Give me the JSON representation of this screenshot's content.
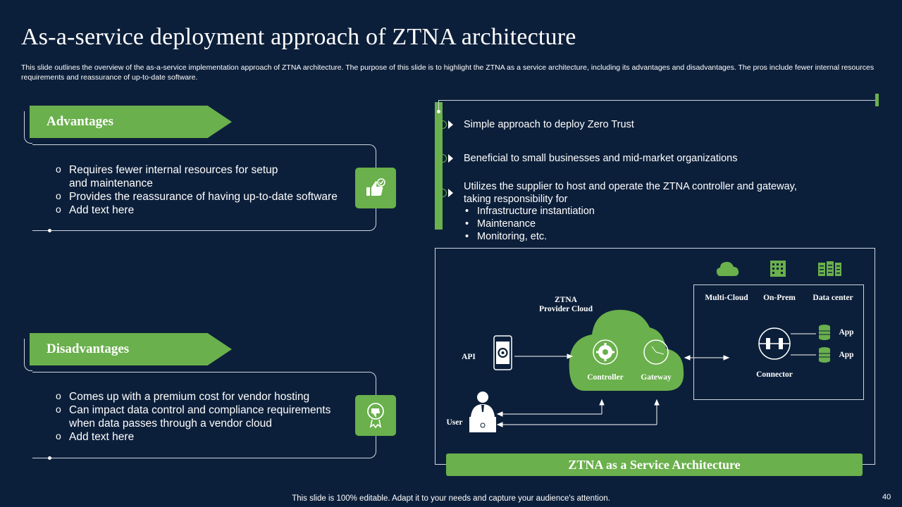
{
  "header": {
    "title": "As-a-service deployment approach of ZTNA architecture",
    "subtitle": "This slide outlines the overview of the as-a-service implementation approach of ZTNA architecture. The purpose of this slide is to highlight the ZTNA as a service architecture, including its advantages and disadvantages. The pros include fewer internal resources requirements and reassurance of up-to-date software."
  },
  "advantages": {
    "label": "Advantages",
    "items": [
      "Requires fewer internal resources for setup and maintenance",
      "Provides the reassurance of having up-to-date software",
      "Add text here"
    ],
    "icon": "thumbs-up-icon"
  },
  "disadvantages": {
    "label": "Disadvantages",
    "items": [
      "Comes up with a premium cost for vendor hosting",
      "Can impact data control and compliance requirements when data passes through a vendor cloud",
      "Add text here"
    ],
    "icon": "thumbs-down-icon"
  },
  "points": {
    "p1": "Simple approach to deploy Zero Trust",
    "p2": "Beneficial to small businesses and mid-market organizations",
    "p3": "Utilizes the supplier to host and operate the ZTNA controller and gateway, taking responsibility for",
    "sub": [
      "Infrastructure instantiation",
      "Maintenance",
      "Monitoring, etc."
    ]
  },
  "diagram": {
    "provider_cloud": "ZTNA\nProvider Cloud",
    "api": "API",
    "user": "User",
    "controller": "Controller",
    "gateway": "Gateway",
    "multi_cloud": "Multi-Cloud",
    "on_prem": "On-Prem",
    "data_center": "Data center",
    "app1": "App",
    "app2": "App",
    "connector": "Connector",
    "caption": "ZTNA as a Service Architecture"
  },
  "footer": {
    "note": "This slide is 100% editable. Adapt it to your needs and capture your audience's attention.",
    "page": "40"
  },
  "colors": {
    "background": "#0c1f3a",
    "accent": "#6ab04c",
    "line": "#cfd6e0"
  }
}
